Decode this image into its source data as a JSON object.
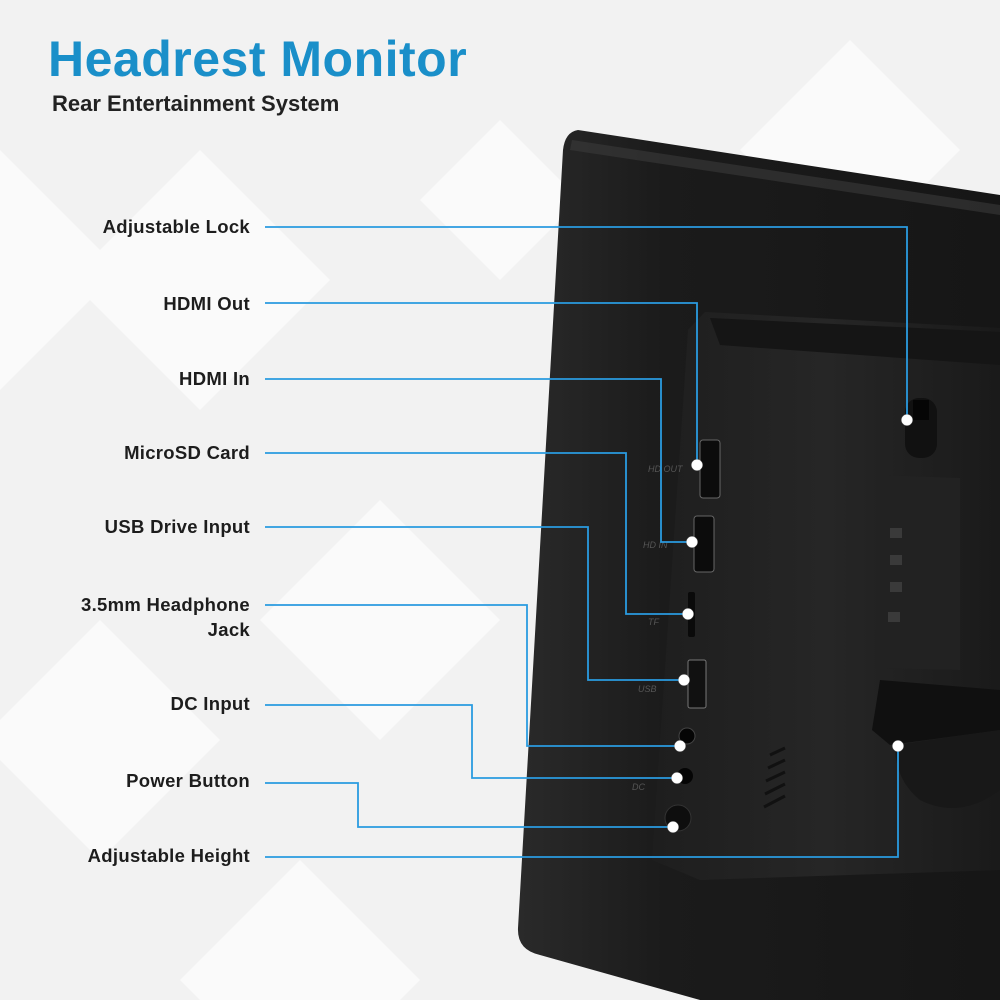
{
  "header": {
    "title": "Headrest Monitor",
    "subtitle": "Rear Entertainment System"
  },
  "callouts": [
    {
      "label": "Adjustable Lock"
    },
    {
      "label": "HDMI Out"
    },
    {
      "label": "HDMI In"
    },
    {
      "label": "MicroSD Card"
    },
    {
      "label": "USB Drive Input"
    },
    {
      "label": "3.5mm Headphone\nJack"
    },
    {
      "label": "DC Input"
    },
    {
      "label": "Power Button"
    },
    {
      "label": "Adjustable Height"
    }
  ],
  "device_port_markings": {
    "hdmi_out": "HD OUT",
    "hdmi_in": "HD IN",
    "microsd": "TF",
    "usb": "USB",
    "dc": "DC"
  },
  "colors": {
    "accent": "#1a8fc9",
    "line": "#2a9be0",
    "device": "#1c1c1c"
  }
}
